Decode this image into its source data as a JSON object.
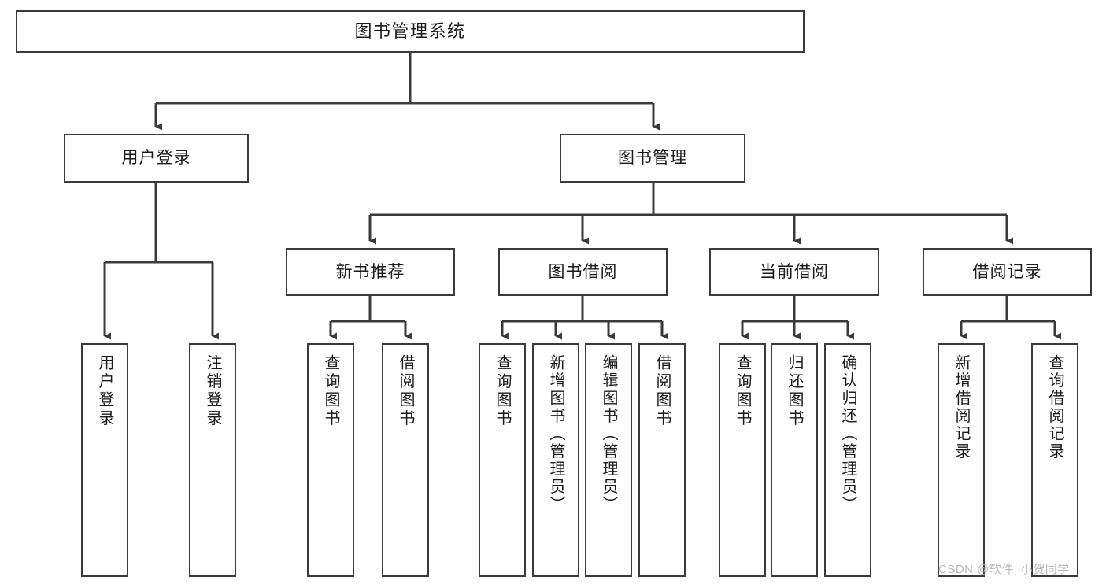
{
  "diagram": {
    "type": "tree-hierarchy-chart",
    "title": "图书管理系统",
    "background_color": "#ffffff",
    "node_border_color": "#3a3a3a",
    "node_fill_color": "#ffffff",
    "edge_color": "#3a3a3a",
    "text_color": "#1a1a1a"
  },
  "levels": {
    "root": {
      "label": "图书管理系统"
    },
    "level2": [
      {
        "label": "用户登录"
      },
      {
        "label": "图书管理"
      }
    ],
    "level3": [
      {
        "label": "新书推荐"
      },
      {
        "label": "图书借阅"
      },
      {
        "label": "当前借阅"
      },
      {
        "label": "借阅记录"
      }
    ]
  },
  "leaves": {
    "user_login": [
      {
        "label": "用户登录"
      },
      {
        "label": "注销登录"
      }
    ],
    "new_book_recommend": [
      {
        "label": "查询图书"
      },
      {
        "label": "借阅图书"
      }
    ],
    "book_borrow": [
      {
        "label": "查询图书"
      },
      {
        "label": "新增图书（管理员）"
      },
      {
        "label": "编辑图书（管理员）"
      },
      {
        "label": "借阅图书"
      }
    ],
    "current_borrow": [
      {
        "label": "查询图书"
      },
      {
        "label": "归还图书"
      },
      {
        "label": "确认归还（管理员）"
      }
    ],
    "borrow_record": [
      {
        "label": "新增借阅记录"
      },
      {
        "label": "查询借阅记录"
      }
    ]
  },
  "watermark": {
    "text": "CSDN @软件_小贺同学"
  }
}
